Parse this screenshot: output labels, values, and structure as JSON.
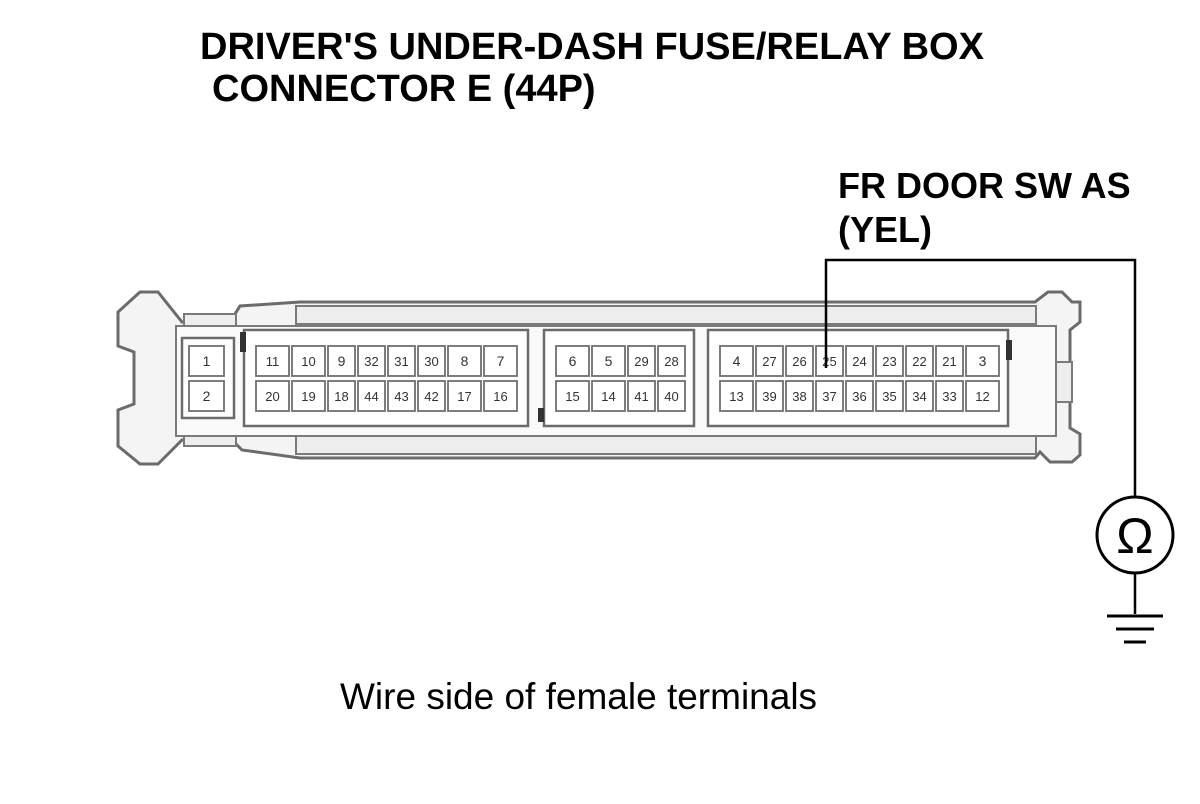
{
  "title": {
    "line1": "DRIVER'S UNDER-DASH FUSE/RELAY BOX",
    "line2": "CONNECTOR E (44P)"
  },
  "wire": {
    "line1": "FR DOOR SW AS",
    "line2": "(YEL)"
  },
  "meter_symbol": "Ω",
  "caption": "Wire side of female terminals",
  "connector": {
    "pins": [
      [
        "1"
      ],
      [
        "2"
      ],
      [
        "11",
        "10",
        "9",
        "32",
        "31",
        "30",
        "8",
        "7"
      ],
      [
        "20",
        "19",
        "18",
        "44",
        "43",
        "42",
        "17",
        "16"
      ],
      [
        "6",
        "5",
        "29",
        "28"
      ],
      [
        "15",
        "14",
        "41",
        "40"
      ],
      [
        "4",
        "27",
        "26",
        "25",
        "24",
        "23",
        "22",
        "21",
        "3"
      ],
      [
        "13",
        "39",
        "38",
        "37",
        "36",
        "35",
        "34",
        "33",
        "12"
      ]
    ],
    "probed_pin": "25"
  }
}
